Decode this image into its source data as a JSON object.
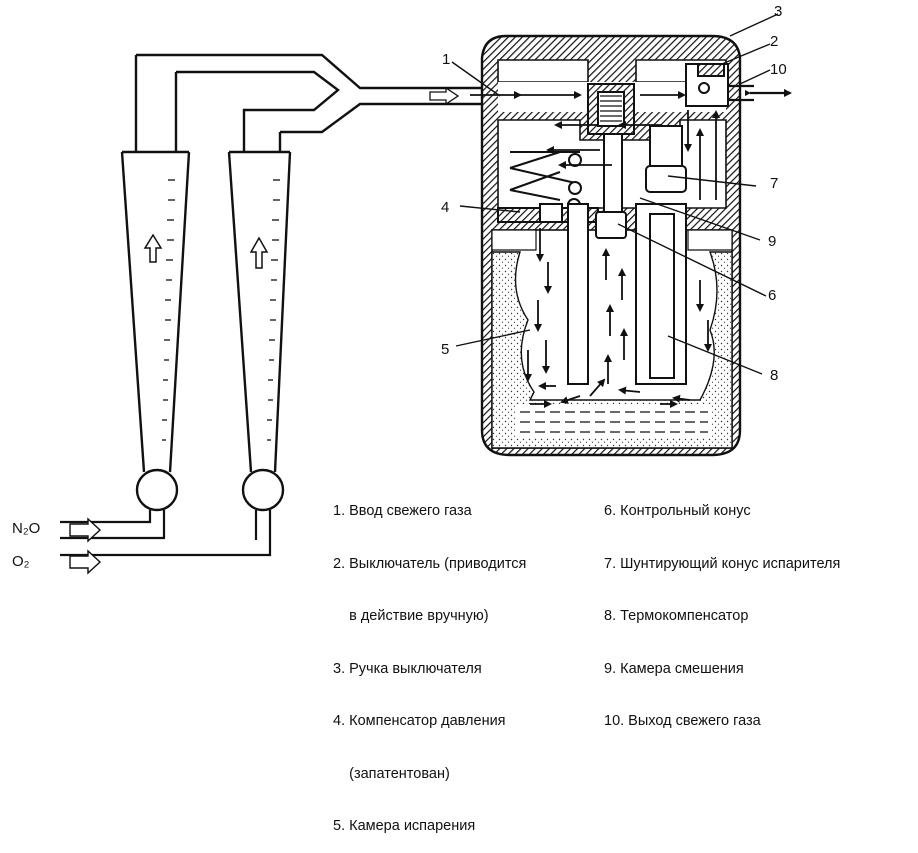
{
  "gases": {
    "n2o": "N₂O",
    "o2": "O₂"
  },
  "callouts": [
    "1",
    "2",
    "3",
    "4",
    "5",
    "6",
    "7",
    "8",
    "9",
    "10"
  ],
  "legend_left": [
    "1. Ввод свежего газа",
    "2. Выключатель (приводится",
    "    в действие вручную)",
    "3. Ручка выключателя",
    "4. Компенсатор давления",
    "    (запатентован)",
    "5. Камера испарения"
  ],
  "legend_right": [
    "6. Контрольный конус",
    "7. Шунтирующий конус испарителя",
    "8. Термокомпенсатор",
    "9. Камера смешения",
    "10. Выход свежего газа"
  ]
}
